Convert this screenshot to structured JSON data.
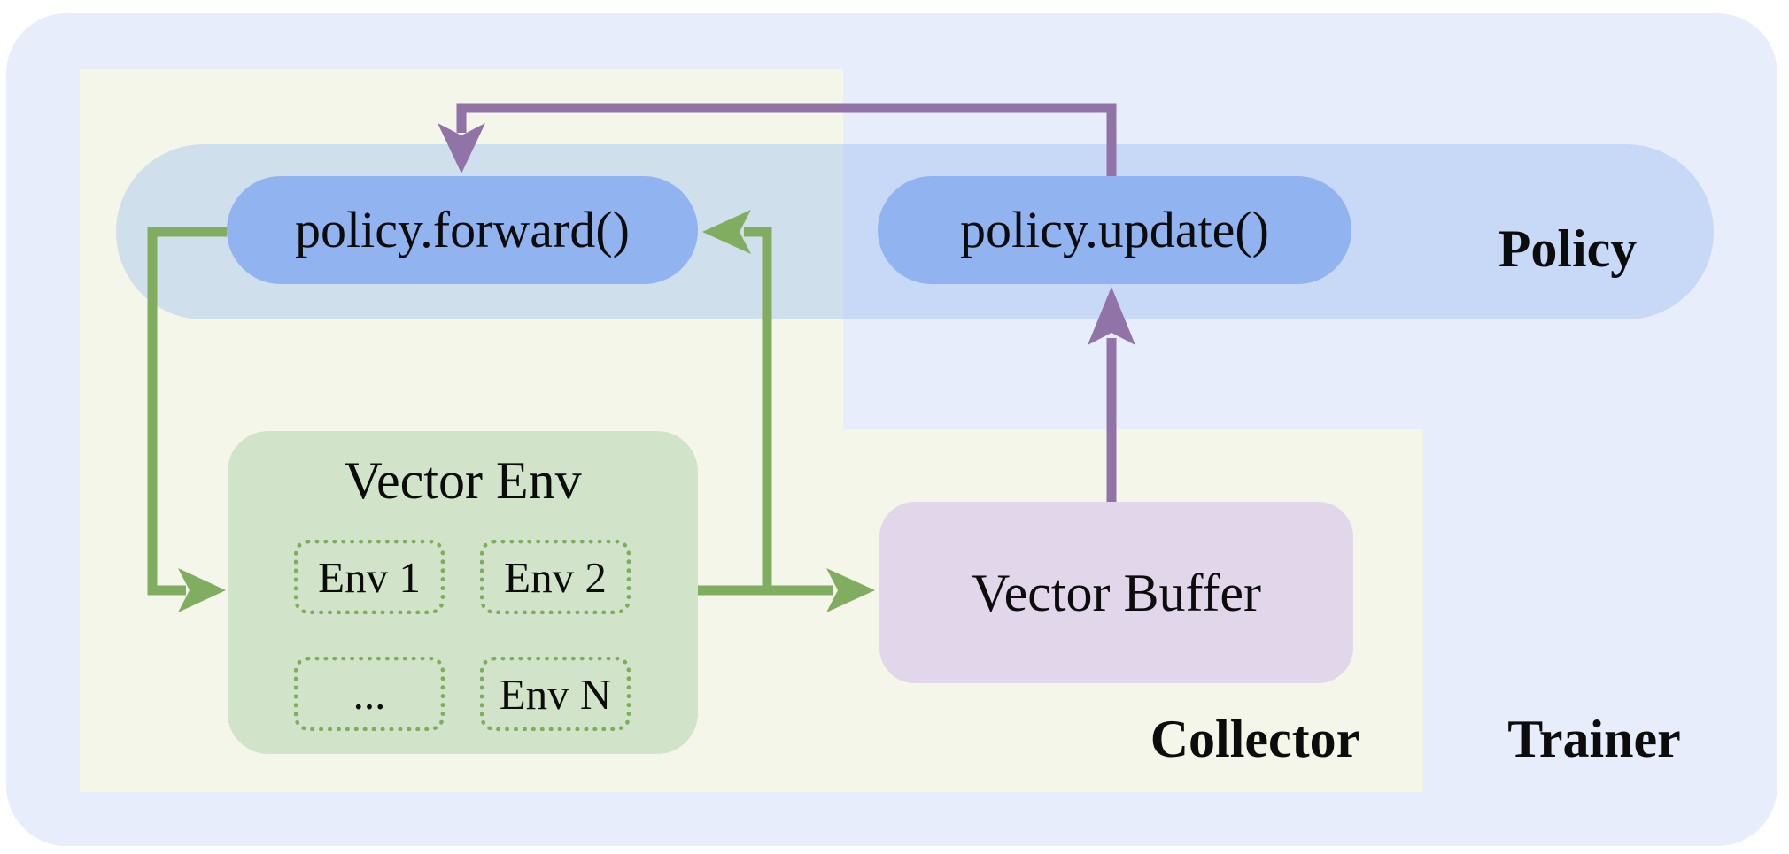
{
  "diagram": {
    "title_hint": "RL training loop architecture",
    "regions": {
      "trainer_label": "Trainer",
      "collector_label": "Collector",
      "policy_label": "Policy"
    },
    "nodes": {
      "policy_forward": "policy.forward()",
      "policy_update": "policy.update()",
      "vector_env": {
        "title": "Vector Env",
        "envs": [
          "Env 1",
          "Env 2",
          "...",
          "Env N"
        ]
      },
      "vector_buffer": "Vector Buffer"
    }
  },
  "colors": {
    "trainer_bg": "#e7edfb",
    "collector_bg": "#f3f6e8",
    "policy_band_bg": "rgba(141,178,243,0.34)",
    "pill_bg": "#91b3f0",
    "env_bg": "#d1e4c9",
    "env_dash": "#7fad5e",
    "buffer_bg": "#e2d6ea",
    "arrow_green": "#81ad60",
    "arrow_purple": "#9173a8",
    "text": "#0c0c0c"
  }
}
